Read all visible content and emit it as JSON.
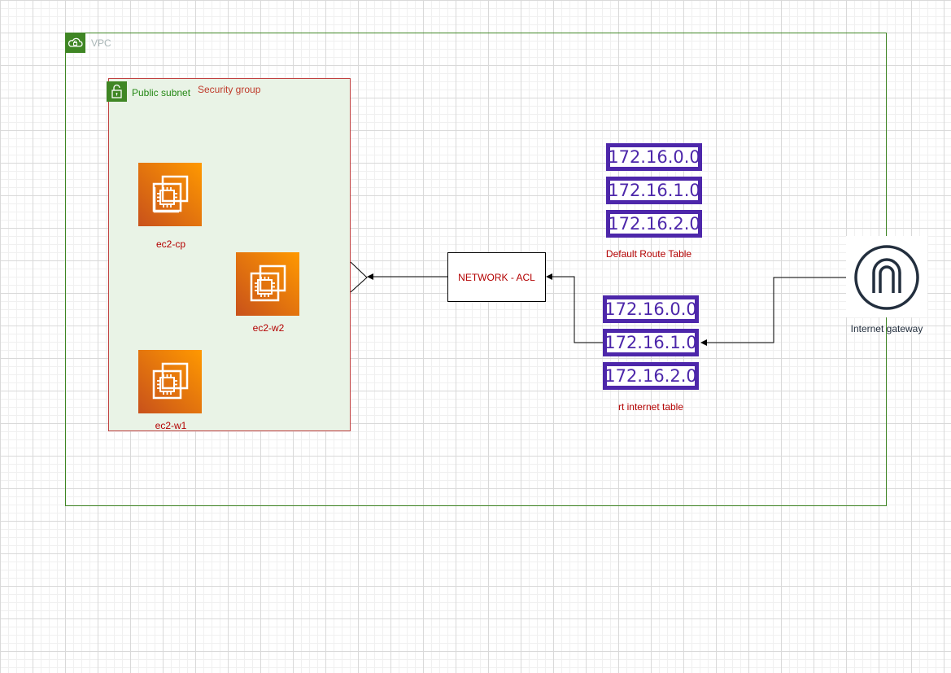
{
  "vpc": {
    "label": "VPC"
  },
  "subnet": {
    "label": "Public subnet",
    "security_group_label": "Security group"
  },
  "instances": [
    {
      "name": "ec2-cp"
    },
    {
      "name": "ec2-w2"
    },
    {
      "name": "ec2-w1"
    }
  ],
  "acl": {
    "label": "NETWORK - ACL"
  },
  "default_route_table": {
    "label": "Default Route Table",
    "entries": [
      "172.16.0.0",
      "172.16.1.0",
      "172.16.2.0"
    ]
  },
  "internet_route_table": {
    "label": "rt internet table",
    "entries": [
      "172.16.0.0",
      "172.16.1.0",
      "172.16.2.0"
    ]
  },
  "internet_gateway": {
    "label": "Internet gateway"
  },
  "colors": {
    "vpc_border": "#3f8624",
    "subnet_fill": "#e9f3e6",
    "ec2_gradient_start": "#c8511b",
    "ec2_gradient_end": "#ff9900",
    "route_table": "#4d27aa",
    "label_red": "#b30000"
  }
}
